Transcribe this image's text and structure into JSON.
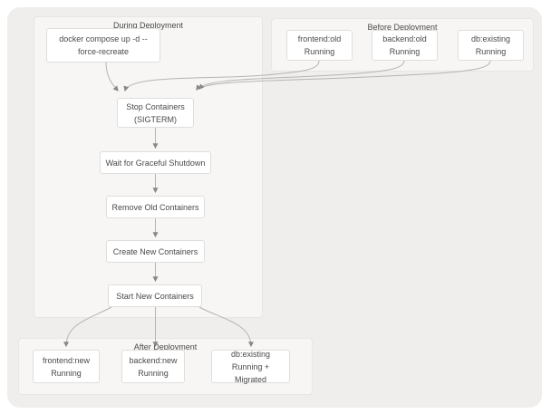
{
  "diagram": {
    "groups": {
      "during": {
        "title": "During Deployment"
      },
      "before": {
        "title": "Before Deployment"
      },
      "after": {
        "title": "After Deployment"
      }
    },
    "nodes": {
      "docker_cmd": {
        "line1": "docker compose up -d --",
        "line2": "force-recreate"
      },
      "frontend_old": {
        "line1": "frontend:old",
        "line2": "Running"
      },
      "backend_old": {
        "line1": "backend:old",
        "line2": "Running"
      },
      "db_before": {
        "line1": "db:existing",
        "line2": "Running"
      },
      "stop": {
        "line1": "Stop Containers",
        "line2": "(SIGTERM)"
      },
      "wait": {
        "line1": "Wait for Graceful Shutdown"
      },
      "remove": {
        "line1": "Remove Old Containers"
      },
      "create": {
        "line1": "Create New Containers"
      },
      "start": {
        "line1": "Start New Containers"
      },
      "frontend_new": {
        "line1": "frontend:new",
        "line2": "Running"
      },
      "backend_new": {
        "line1": "backend:new",
        "line2": "Running"
      },
      "db_after": {
        "line1": "db:existing",
        "line2": "Running + Migrated"
      }
    },
    "edges": [
      {
        "from": "docker-compose-command",
        "to": "stop-containers"
      },
      {
        "from": "frontend-old",
        "to": "stop-containers"
      },
      {
        "from": "backend-old",
        "to": "stop-containers"
      },
      {
        "from": "db-existing-before",
        "to": "stop-containers"
      },
      {
        "from": "stop-containers",
        "to": "wait-for-graceful-shutdown"
      },
      {
        "from": "wait-for-graceful-shutdown",
        "to": "remove-old-containers"
      },
      {
        "from": "remove-old-containers",
        "to": "create-new-containers"
      },
      {
        "from": "create-new-containers",
        "to": "start-new-containers"
      },
      {
        "from": "start-new-containers",
        "to": "frontend-new"
      },
      {
        "from": "start-new-containers",
        "to": "backend-new"
      },
      {
        "from": "start-new-containers",
        "to": "db-existing-after"
      }
    ],
    "colors": {
      "page_bg": "#ffffff",
      "canvas_bg": "#f0eeec",
      "group_bg": "#f7f6f4",
      "group_border": "#e8e6e3",
      "node_bg": "#ffffff",
      "node_border": "#e0dedc",
      "edge_line": "#b6b4b2",
      "arrowhead": "#8a8886",
      "text": "#4a4a4a"
    }
  }
}
